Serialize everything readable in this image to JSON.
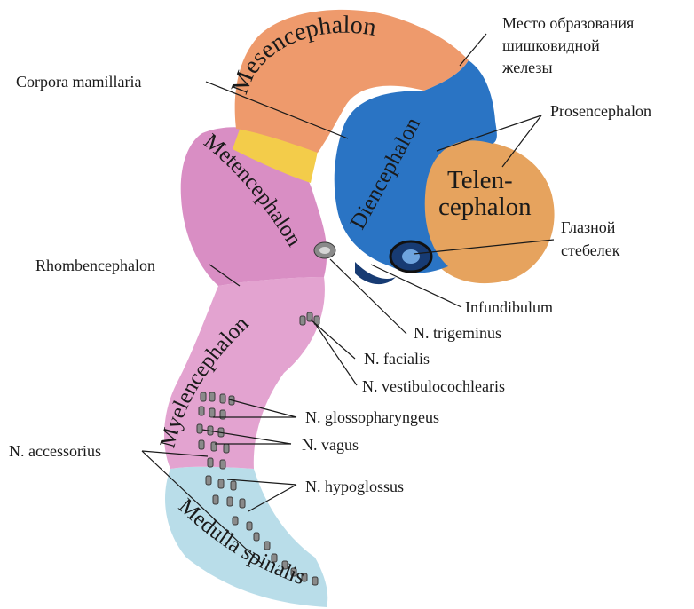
{
  "colors": {
    "mesencephalon": "#ee9a6c",
    "isthmus": "#f3cc4a",
    "diencephalon": "#2a74c4",
    "telencephalon": "#e6a35e",
    "metencephalon": "#d98ec4",
    "myelencephalon": "#e3a3d0",
    "medulla_spinalis": "#b9dde9"
  },
  "regions": {
    "mesencephalon": "Mesencephalon",
    "diencephalon": "Diencephalon",
    "telencephalon_1": "Telen-",
    "telencephalon_2": "cephalon",
    "metencephalon": "Metencephalon",
    "myelencephalon": "Myelencephalon",
    "medulla_spinalis": "Medulla spinalis"
  },
  "labels": {
    "pineal_1": "Место образования",
    "pineal_2": "шишковидной",
    "pineal_3": "железы",
    "corpora_mamillaria": "Corpora mamillaria",
    "prosencephalon": "Prosencephalon",
    "optic_stalk_1": "Глазной",
    "optic_stalk_2": "стебелек",
    "rhombencephalon": "Rhombencephalon",
    "infundibulum": "Infundibulum",
    "trigeminus": "N. trigeminus",
    "facialis": "N. facialis",
    "vestibulocochlearis": "N. vestibulocochlearis",
    "glossopharyngeus": "N. glossopharyngeus",
    "vagus": "N. vagus",
    "accessorius": "N. accessorius",
    "hypoglossus": "N. hypoglossus"
  }
}
